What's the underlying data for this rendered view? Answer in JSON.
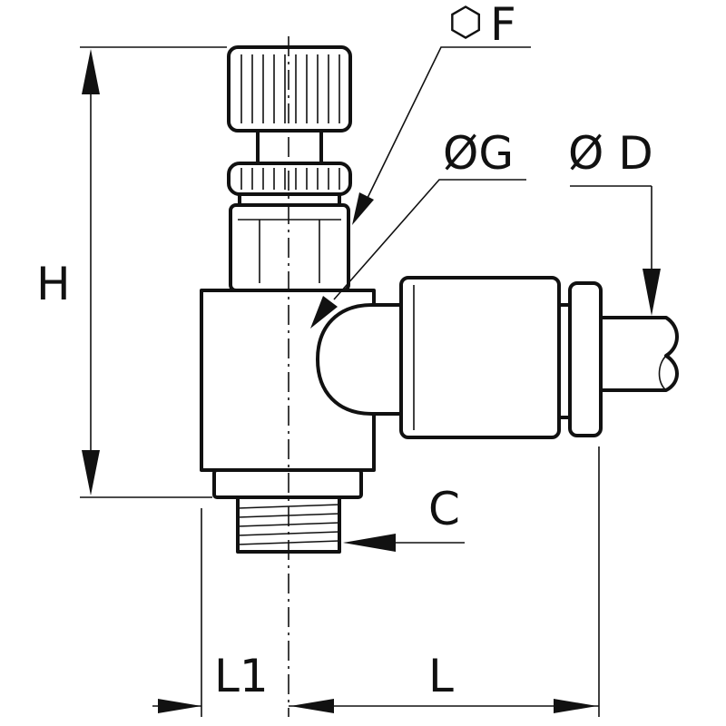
{
  "labels": {
    "hex_symbol": "⬡",
    "f": "F",
    "g": "ØG",
    "d": "Ø D",
    "h": "H",
    "c": "C",
    "l1": "L1",
    "l": "L"
  },
  "colors": {
    "line": "#111111",
    "background": "#ffffff"
  }
}
